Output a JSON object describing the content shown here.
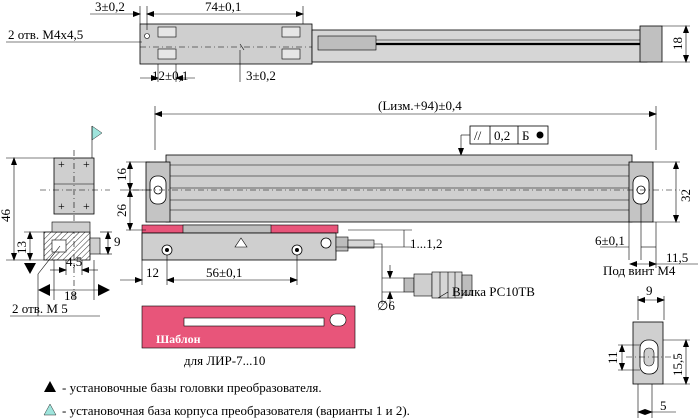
{
  "top_view": {
    "dim_offset": "3±0,2",
    "dim_length": "74±0,1",
    "dim_holes_label": "2 отв. М4х4,5",
    "dim_12": "12±0,1",
    "dim_3": "3±0,2",
    "dim_height": "18"
  },
  "main_view": {
    "dim_total": "(Lизм.+94)±0,4",
    "tolerance_symbol": "//",
    "tolerance_value": "0,2",
    "tolerance_datum": "Б",
    "dim_16": "16",
    "dim_26": "26",
    "dim_32": "32",
    "dim_1_12": "1...1,2",
    "dim_6": "6±0,1",
    "dim_115": "11,5",
    "dim_12": "12",
    "dim_56": "56±0,1",
    "dim_dia6": "∅6",
    "connector_label": "Вилка  РС10ТВ"
  },
  "side_view": {
    "dim_46": "46",
    "dim_13": "13",
    "dim_9": "9",
    "dim_45": "4,5",
    "dim_18": "18",
    "holes_label": "2 отв. М 5"
  },
  "template": {
    "label": "Шаблон",
    "caption": "для ЛИР-7...10",
    "color": "#e8557a"
  },
  "screw_detail": {
    "title": "Под винт М4",
    "dim_9": "9",
    "dim_11": "11",
    "dim_155": "15,5",
    "dim_5": "5"
  },
  "legend": {
    "items": [
      {
        "symbol": "black-triangle",
        "text": "- установочные базы головки преобразователя."
      },
      {
        "symbol": "light-triangle",
        "text": "- установочная база корпуса преобразователя (варианты 1 и 2)."
      }
    ]
  },
  "colors": {
    "body_grey": "#c8c8c8",
    "light_grey": "#e2e2e2",
    "accent_pink": "#e8557a",
    "cyan_marker": "#9fe4dc"
  }
}
